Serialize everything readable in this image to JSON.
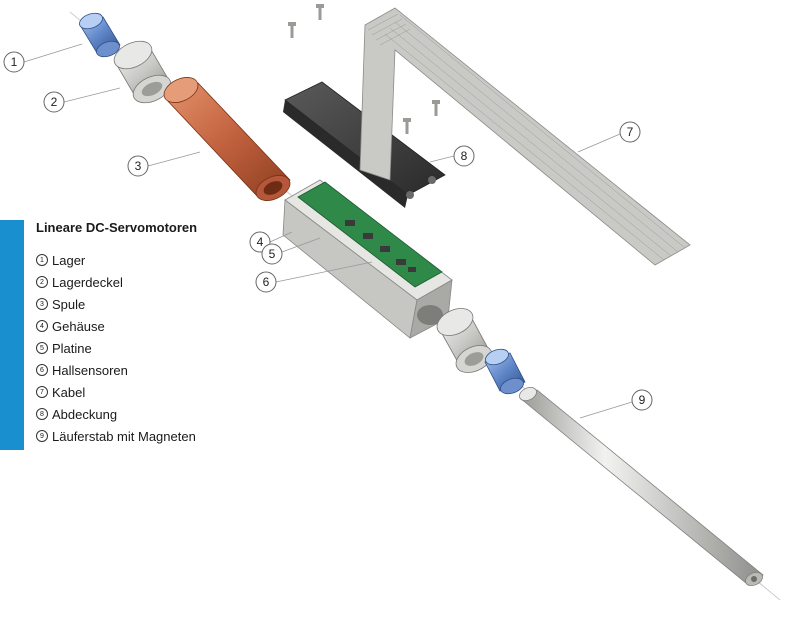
{
  "legend": {
    "title": "Lineare DC-Servomotoren",
    "items": [
      {
        "num": "1",
        "label": "Lager"
      },
      {
        "num": "2",
        "label": "Lagerdeckel"
      },
      {
        "num": "3",
        "label": "Spule"
      },
      {
        "num": "4",
        "label": "Gehäuse"
      },
      {
        "num": "5",
        "label": "Platine"
      },
      {
        "num": "6",
        "label": "Hallsensoren"
      },
      {
        "num": "7",
        "label": "Kabel"
      },
      {
        "num": "8",
        "label": "Abdeckung"
      },
      {
        "num": "9",
        "label": "Läuferstab mit Magneten"
      }
    ]
  },
  "callouts": [
    "1",
    "2",
    "3",
    "4",
    "5",
    "6",
    "7",
    "8",
    "9"
  ],
  "colors": {
    "accent_bar": "#1a8fd0",
    "bearing_blue": "#5f86c8",
    "coil_copper": "#c2623e",
    "housing_gray": "#cfcfcd",
    "pcb_green": "#2f8a4a",
    "cover_dark": "#3b3b3b",
    "rod_gray": "#c9c9c6"
  }
}
